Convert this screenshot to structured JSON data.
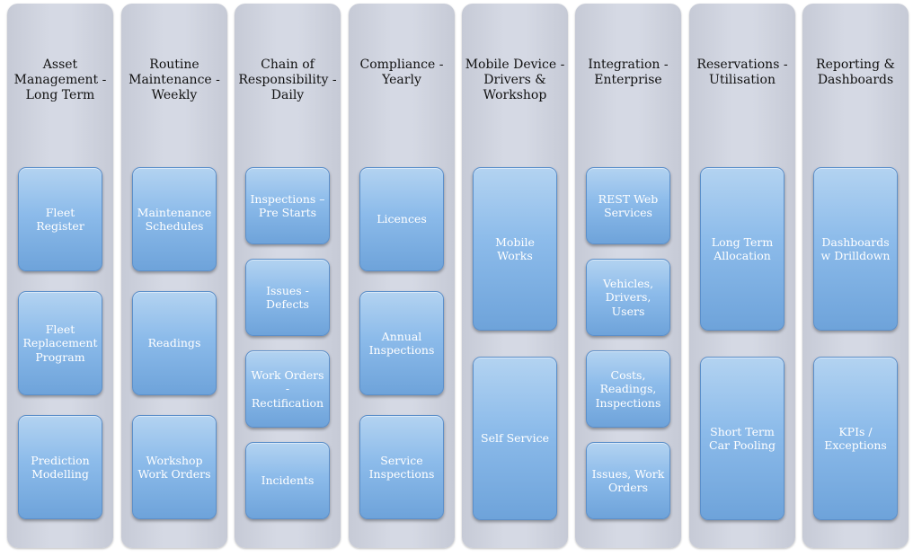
{
  "columns": [
    {
      "title": "Asset Management - Long Term",
      "items": [
        "Fleet Register",
        "Fleet Replacement Program",
        "Prediction Modelling"
      ]
    },
    {
      "title": "Routine Maintenance - Weekly",
      "items": [
        "Maintenance Schedules",
        "Readings",
        "Workshop Work Orders"
      ]
    },
    {
      "title": "Chain of Responsibility - Daily",
      "items": [
        "Inspections – Pre Starts",
        "Issues - Defects",
        "Work Orders - Rectification",
        "Incidents"
      ]
    },
    {
      "title": "Compliance - Yearly",
      "items": [
        "Licences",
        "Annual Inspections",
        "Service Inspections"
      ]
    },
    {
      "title": "Mobile Device - Drivers & Workshop",
      "items": [
        "Mobile Works",
        "Self Service"
      ]
    },
    {
      "title": "Integration - Enterprise",
      "items": [
        "REST Web Services",
        "Vehicles, Drivers, Users",
        "Costs, Readings, Inspections",
        "Issues, Work Orders"
      ]
    },
    {
      "title": "Reservations - Utilisation",
      "items": [
        "Long Term Allocation",
        "Short Term Car Pooling"
      ]
    },
    {
      "title": "Reporting & Dashboards",
      "items": [
        "Dashboards w Drilldown",
        "KPIs / Exceptions"
      ]
    }
  ]
}
